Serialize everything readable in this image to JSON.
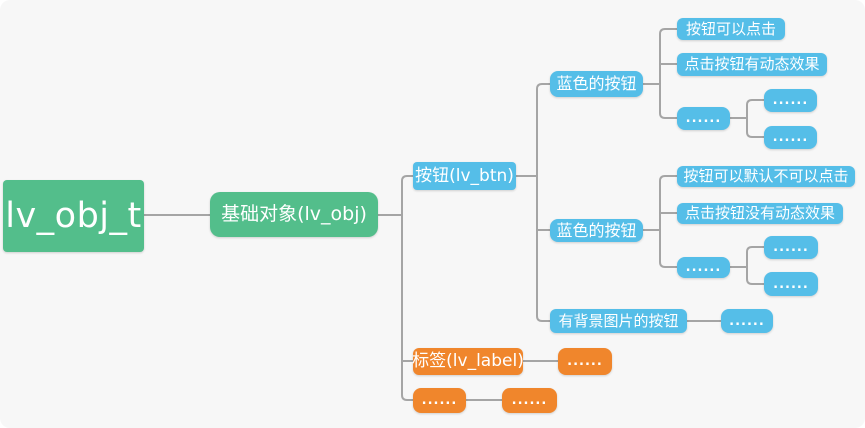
{
  "diagram": {
    "title_node": "lv_obj_t",
    "type": "mind-map",
    "colors": {
      "root_and_base": "#53be8b",
      "button_branch": "#55bee8",
      "label_branch": "#f0862c",
      "connector": "#a5a5a5",
      "background": "#f7f7f7",
      "node_text": "#ffffff"
    }
  },
  "nodes": {
    "root": "lv_obj_t",
    "base_obj": "基础对象(lv_obj)",
    "btn": "按钮(lv_btn)",
    "blue_btn_1": "蓝色的按钮",
    "btn_can_click": "按钮可以点击",
    "click_has_anim": "点击按钮有动态效果",
    "blue1_more": "......",
    "blue1_more_a": "......",
    "blue1_more_b": "......",
    "blue_btn_2": "蓝色的按钮",
    "btn_default_not_clickable": "按钮可以默认不可以点击",
    "click_no_anim": "点击按钮没有动态效果",
    "blue2_more": "......",
    "blue2_more_a": "......",
    "blue2_more_b": "......",
    "img_bg_btn": "有背景图片的按钮",
    "img_bg_btn_more": "......",
    "label": "标签(lv_label)",
    "label_more": "......",
    "other_more": "......",
    "other_more_child": "......"
  },
  "edges": [
    [
      "root",
      "base_obj"
    ],
    [
      "base_obj",
      "btn"
    ],
    [
      "base_obj",
      "label"
    ],
    [
      "base_obj",
      "other_more"
    ],
    [
      "btn",
      "blue_btn_1"
    ],
    [
      "btn",
      "blue_btn_2"
    ],
    [
      "btn",
      "img_bg_btn"
    ],
    [
      "blue_btn_1",
      "btn_can_click"
    ],
    [
      "blue_btn_1",
      "click_has_anim"
    ],
    [
      "blue_btn_1",
      "blue1_more"
    ],
    [
      "blue1_more",
      "blue1_more_a"
    ],
    [
      "blue1_more",
      "blue1_more_b"
    ],
    [
      "blue_btn_2",
      "btn_default_not_clickable"
    ],
    [
      "blue_btn_2",
      "click_no_anim"
    ],
    [
      "blue_btn_2",
      "blue2_more"
    ],
    [
      "blue2_more",
      "blue2_more_a"
    ],
    [
      "blue2_more",
      "blue2_more_b"
    ],
    [
      "img_bg_btn",
      "img_bg_btn_more"
    ],
    [
      "label",
      "label_more"
    ],
    [
      "other_more",
      "other_more_child"
    ]
  ]
}
